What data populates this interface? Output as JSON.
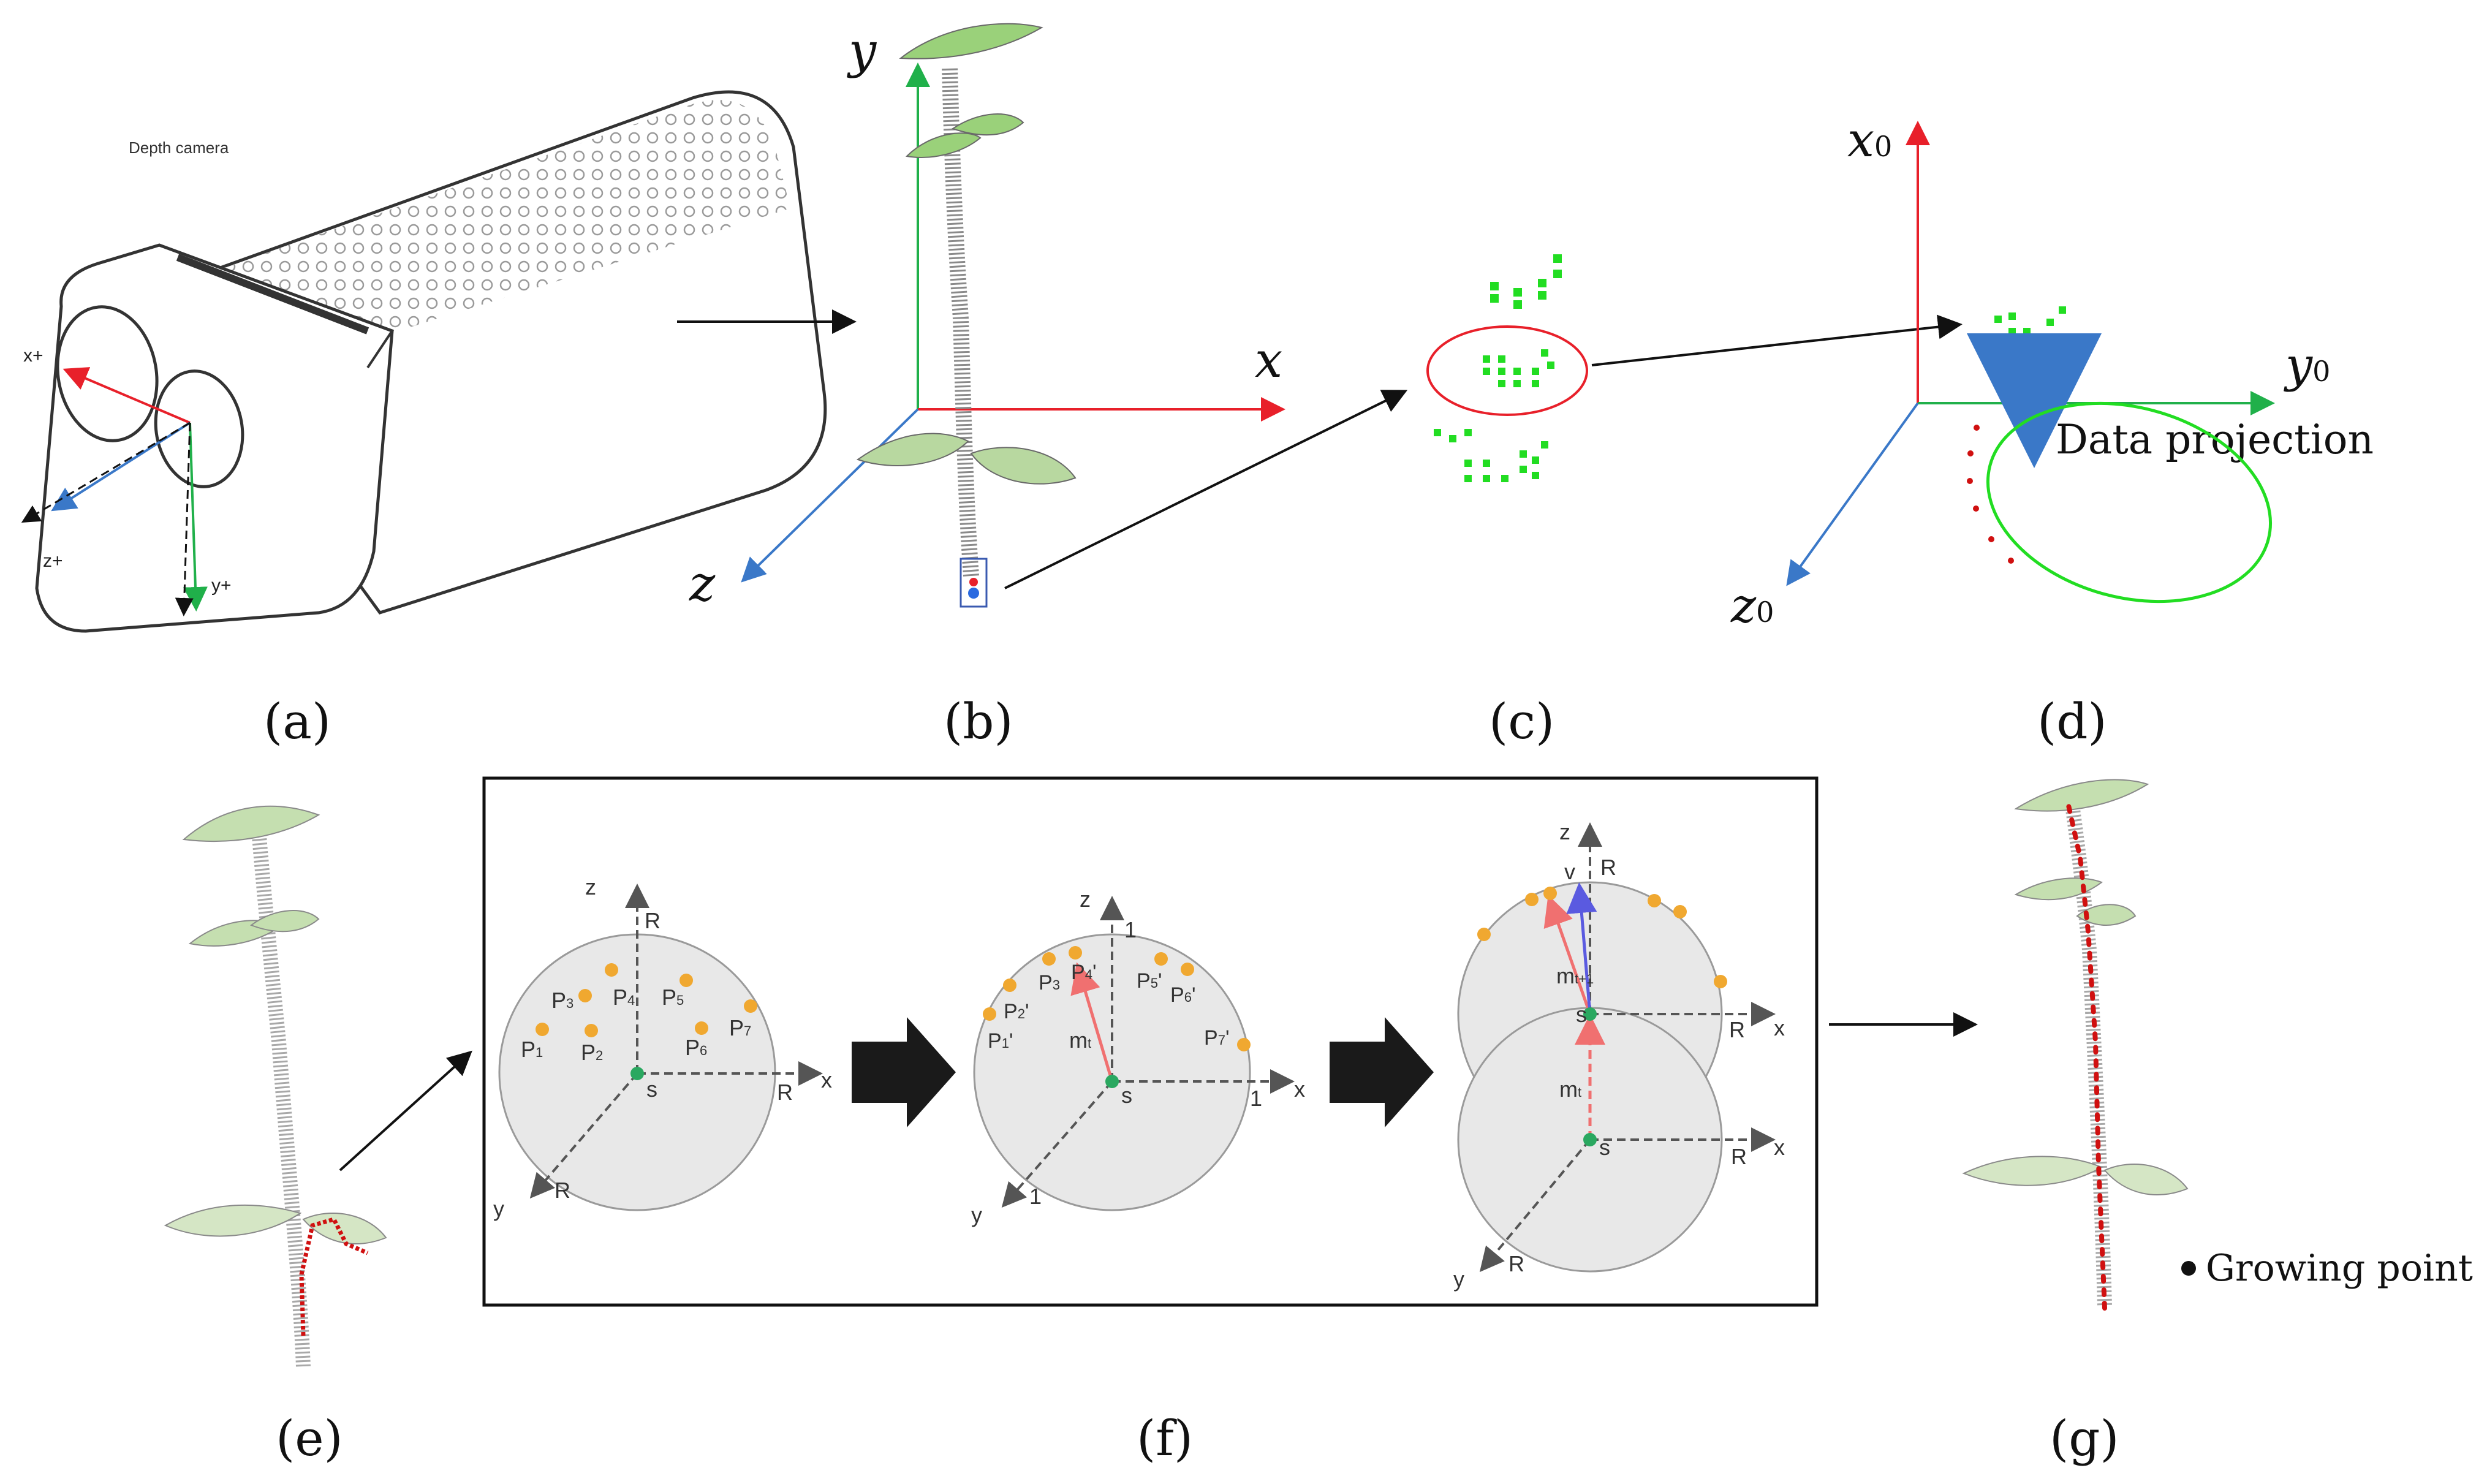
{
  "panel_labels": {
    "a": "(a)",
    "b": "(b)",
    "c": "(c)",
    "d": "(d)",
    "e": "(e)",
    "f": "(f)",
    "g": "(g)"
  },
  "camera": {
    "title": "Depth camera",
    "x_axis": "x+",
    "y_axis": "y+",
    "z_axis": "z+"
  },
  "plant_axes": {
    "x": "x",
    "y": "y",
    "z": "z"
  },
  "projection_axes": {
    "x0": "x",
    "y0": "y",
    "z0": "z",
    "sub": "0",
    "caption": "Data projection"
  },
  "sphere1": {
    "z": "z",
    "x": "x",
    "y": "y",
    "r": "R",
    "s": "s",
    "points": [
      "P",
      "P",
      "P",
      "P",
      "P",
      "P",
      "P"
    ],
    "subs": [
      "1",
      "2",
      "3",
      "4",
      "5",
      "6",
      "7"
    ]
  },
  "sphere2": {
    "z": "z",
    "x": "x",
    "y": "y",
    "one": "1",
    "s": "s",
    "m": "m",
    "m_sub": "t",
    "points": [
      "P",
      "P",
      "P",
      "P",
      "P",
      "P",
      "P"
    ],
    "subs": [
      "1",
      "2",
      "3",
      "4",
      "5",
      "6",
      "7"
    ],
    "prime": "'"
  },
  "sphere3": {
    "z": "z",
    "x": "x",
    "y": "y",
    "r": "R",
    "s": "s",
    "v": "v",
    "m_next": "m",
    "m_next_sub": "t+1",
    "m": "m",
    "m_sub": "t"
  },
  "legend": {
    "label": "Growing point"
  },
  "colors": {
    "x_axis": "#e8202a",
    "y_axis": "#20b04a",
    "z_axis": "#3a78c8",
    "points": "#f0a830",
    "green_cloud": "#22dd22",
    "red_path": "#d01010"
  }
}
